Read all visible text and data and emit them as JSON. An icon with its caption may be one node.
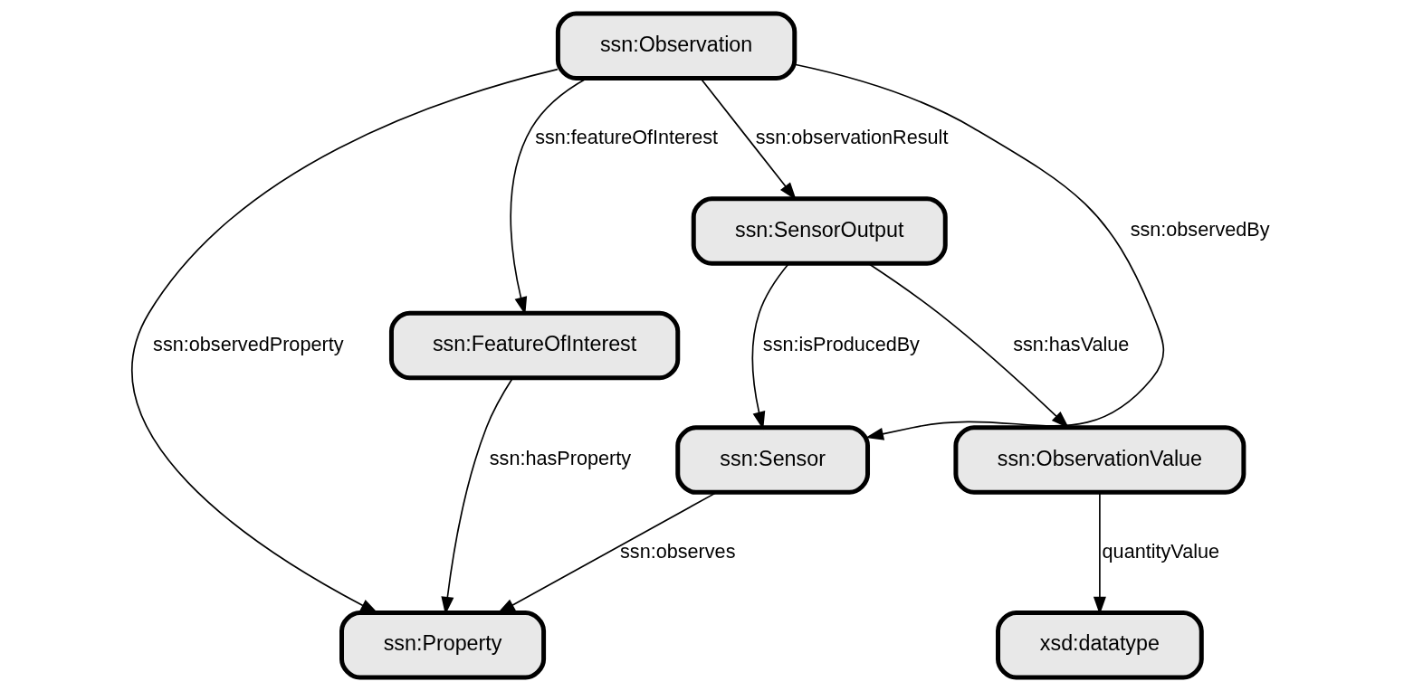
{
  "diagram": {
    "nodes": [
      {
        "text": [
          "ssn:Sensor"
        ]
      },
      {
        "text": [
          "ssn:SensorOutput"
        ]
      },
      {
        "text": [
          "ssn:Observation"
        ]
      },
      {
        "text": [
          "ssn:ObservationValue"
        ]
      },
      {
        "text": [
          "ssn:FeatureOfInterest"
        ]
      },
      {
        "text": [
          "xsd:datatype"
        ]
      },
      {
        "text": [
          "ssn:Property"
        ]
      }
    ],
    "edges": [
      {
        "from": 1,
        "to": 0,
        "arrow": "to",
        "label": "ssn:isProducedBy"
      },
      {
        "from": 2,
        "to": 0,
        "arrow": "to",
        "label": "ssn:observedBy"
      },
      {
        "from": 2,
        "to": 1,
        "arrow": "to",
        "label": "ssn:observationResult"
      },
      {
        "from": 1,
        "to": 3,
        "arrow": "to",
        "label": "ssn:hasValue"
      },
      {
        "from": 0,
        "to": 6,
        "arrow": "to",
        "label": "ssn:observes"
      },
      {
        "from": 2,
        "to": 6,
        "arrow": "to",
        "label": "ssn:observedProperty"
      },
      {
        "from": 2,
        "to": 4,
        "arrow": "to",
        "label": "ssn:featureOfInterest"
      },
      {
        "from": 3,
        "to": 5,
        "arrow": "to",
        "label": "quantityValue"
      },
      {
        "from": 4,
        "to": 6,
        "arrow": "to",
        "label": "ssn:hasProperty"
      }
    ]
  }
}
